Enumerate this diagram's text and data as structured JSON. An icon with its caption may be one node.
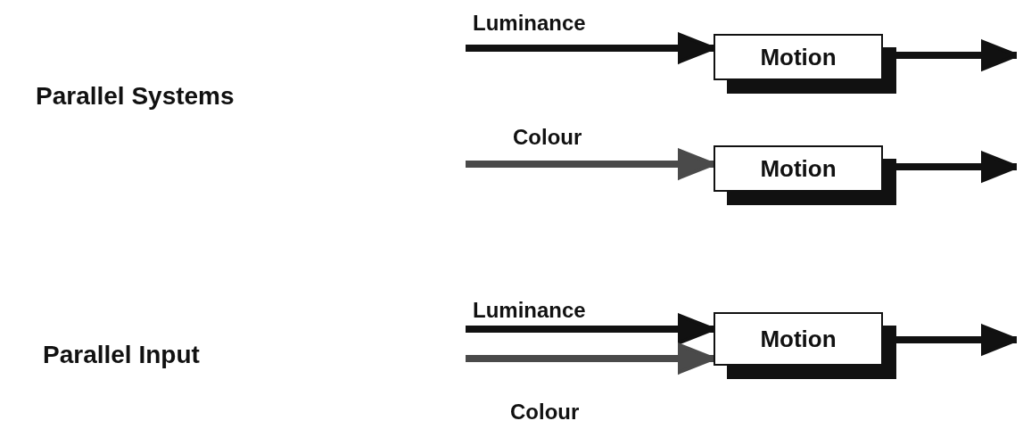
{
  "diagram": {
    "nodes": [
      {
        "text": [
          "Motion"
        ]
      },
      {
        "text": [
          "Motion"
        ]
      },
      {
        "text": [
          "Motion"
        ]
      }
    ],
    "edges": [
      {
        "from": null,
        "to": 0,
        "arrow": "to",
        "label": "Luminance"
      },
      {
        "from": 0,
        "to": null,
        "arrow": "to"
      },
      {
        "from": null,
        "to": 1,
        "arrow": "to",
        "label": "Colour",
        "color": "#4a4a4a"
      },
      {
        "from": 1,
        "to": null,
        "arrow": "to"
      },
      {
        "from": null,
        "to": 2,
        "arrow": "to",
        "label": "Luminance"
      },
      {
        "from": null,
        "to": 2,
        "arrow": "to",
        "label": "Colour",
        "color": "#4a4a4a"
      },
      {
        "from": 2,
        "to": null,
        "arrow": "to"
      }
    ],
    "labels": [
      "Parallel Systems",
      "Parallel Input"
    ]
  }
}
